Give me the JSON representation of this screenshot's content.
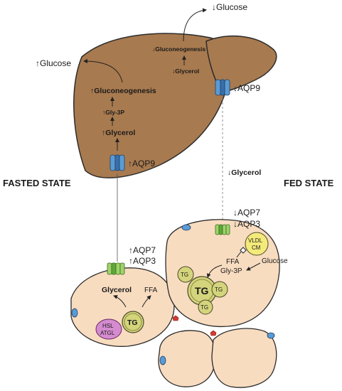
{
  "states": {
    "fasted": "FASTED STATE",
    "fed": "FED STATE"
  },
  "liver": {
    "left_glucose": "↑Glucose",
    "top_glucose": "↓Glucose",
    "fasted_gluconeogenesis": "↑Gluconeogenesis",
    "fasted_gly3p": "↑Gly-3P",
    "fasted_glycerol": "↑Glycerol",
    "fasted_aqp9": "↑AQP9",
    "fed_gluconeogenesis": "↓Gluconeogenesis",
    "fed_glycerol": "↓Glycerol",
    "fed_aqp9": "↓AQP9"
  },
  "transport": {
    "fed_glycerol": "↓Glycerol"
  },
  "fasted_adipocyte": {
    "aqp7": "↑AQP7",
    "aqp3": "↑AQP3",
    "glycerol": "Glycerol",
    "ffa": "FFA",
    "tg": "TG",
    "hsl": "HSL",
    "atgl": "ATGL"
  },
  "fed_adipocyte": {
    "aqp7": "↓AQP7",
    "aqp3": "↓AQP3",
    "vldl": "VLDL",
    "cm": "CM",
    "glucose": "Glucose",
    "ffa": "FFA",
    "gly3p": "Gly-3P",
    "tg_main": "TG",
    "tg_small": "TG"
  },
  "colors": {
    "liver": "#a87a4f",
    "adipocyte": "#f8dcc0",
    "aqp_blue": "#5b9bd5",
    "aqp_green": "#9ed36a",
    "tg": "#d4d47c",
    "lipase": "#d58bd0",
    "lipoprotein": "#f4ea7a",
    "red_dot": "#d63a2f"
  }
}
